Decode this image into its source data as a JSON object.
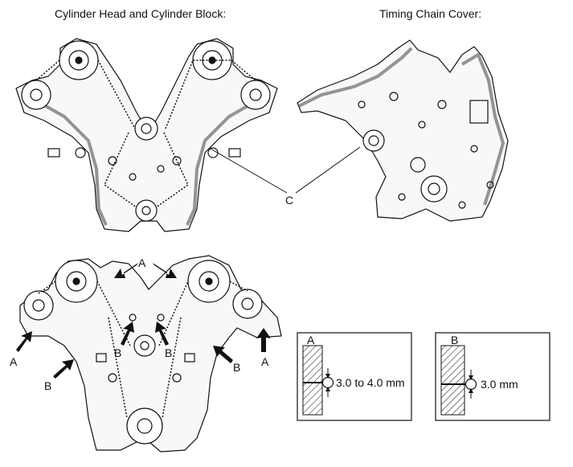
{
  "titles": {
    "cylinder_head": "Cylinder Head and Cylinder Block:",
    "timing_cover": "Timing Chain Cover:"
  },
  "callouts": {
    "c": "C",
    "a": "A",
    "b": "B"
  },
  "detail_a": {
    "label": "A",
    "dimension": "3.0 to 4.0 mm"
  },
  "detail_b": {
    "label": "B",
    "dimension": "3.0 mm"
  },
  "colors": {
    "line": "#111111",
    "sealant_band": "#7a7a7a",
    "background": "#ffffff"
  }
}
